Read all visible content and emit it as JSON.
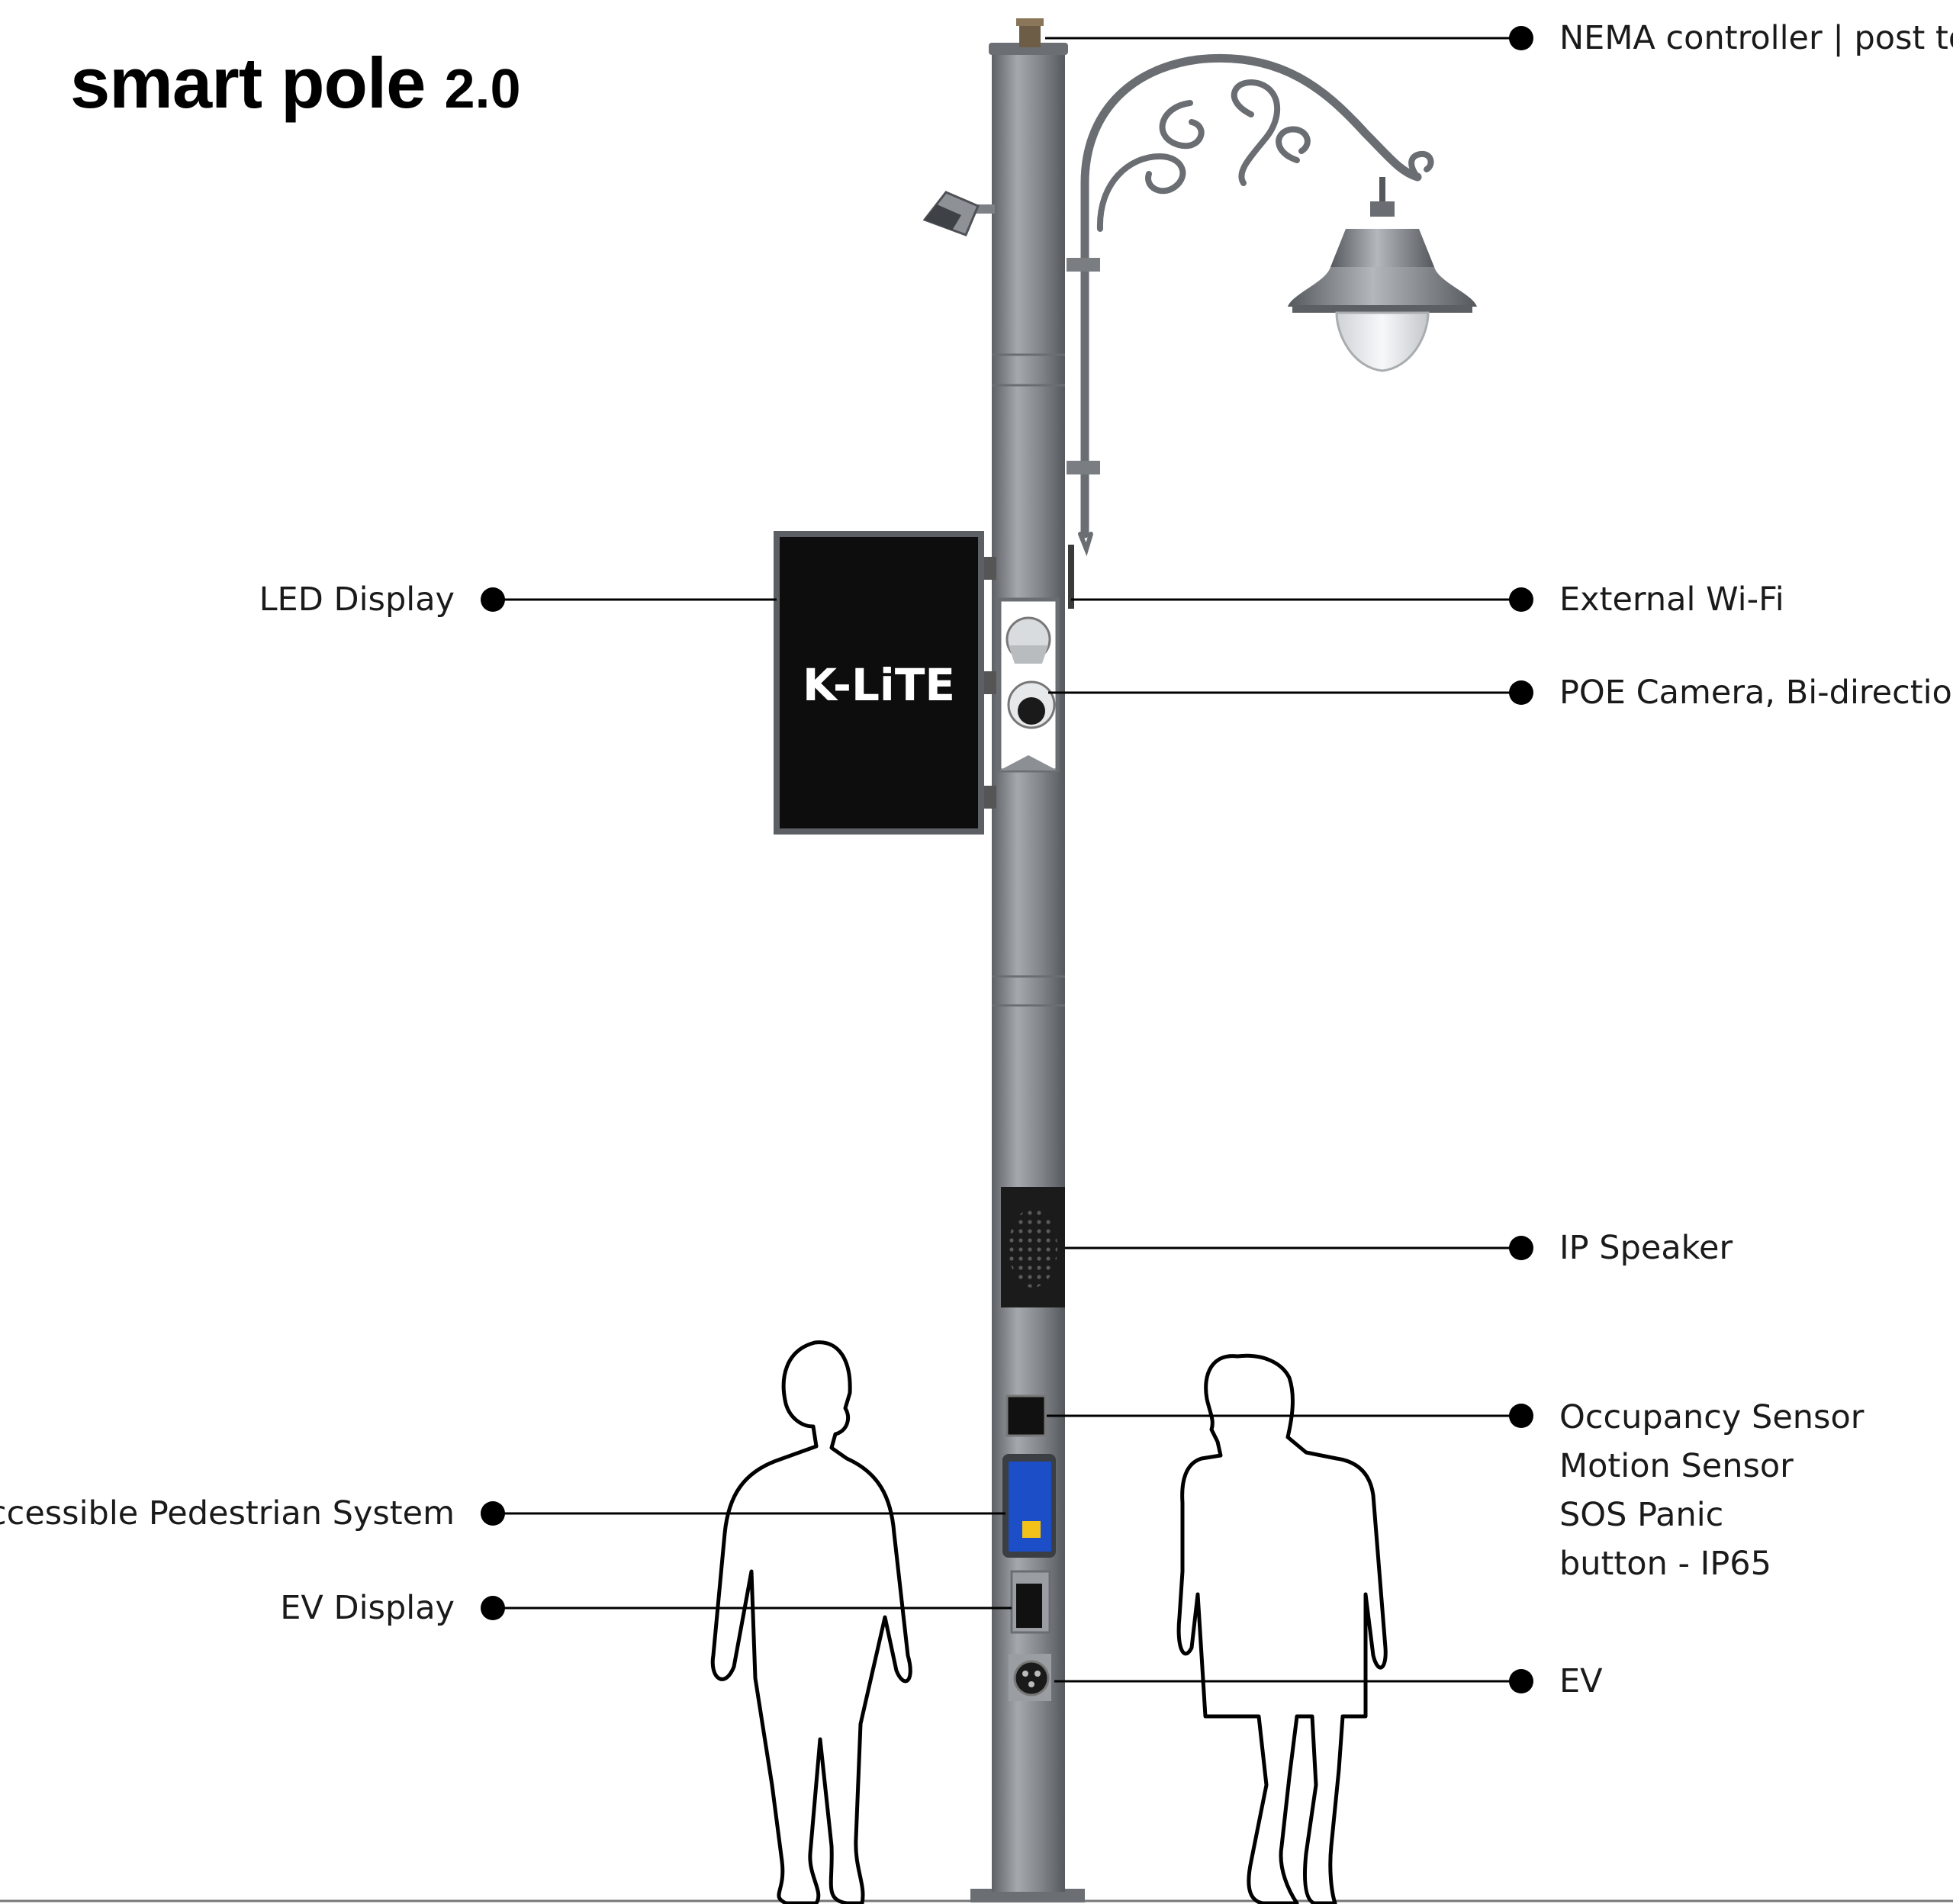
{
  "title": {
    "main": "smart pole",
    "version": "2.0"
  },
  "brand_logo": "K-LiTE",
  "callouts": {
    "nema": "NEMA controller | post top",
    "wifi": "External Wi-Fi",
    "camera": "POE Camera, Bi-directional",
    "speaker": "IP Speaker",
    "sensors": [
      "Occupancy Sensor",
      "Motion Sensor",
      "SOS Panic",
      "button - IP65"
    ],
    "ev": "EV",
    "led_display": "LED Display",
    "aps": "Accessible Pedestrian System",
    "ev_display": "EV Display"
  },
  "colors": {
    "pole": "#8c9094",
    "pole_dark": "#5d6166",
    "display_bg": "#0d0d0d",
    "aps_blue": "#1c4fc7",
    "aps_yellow": "#f2c21b",
    "leader": "#000000"
  }
}
